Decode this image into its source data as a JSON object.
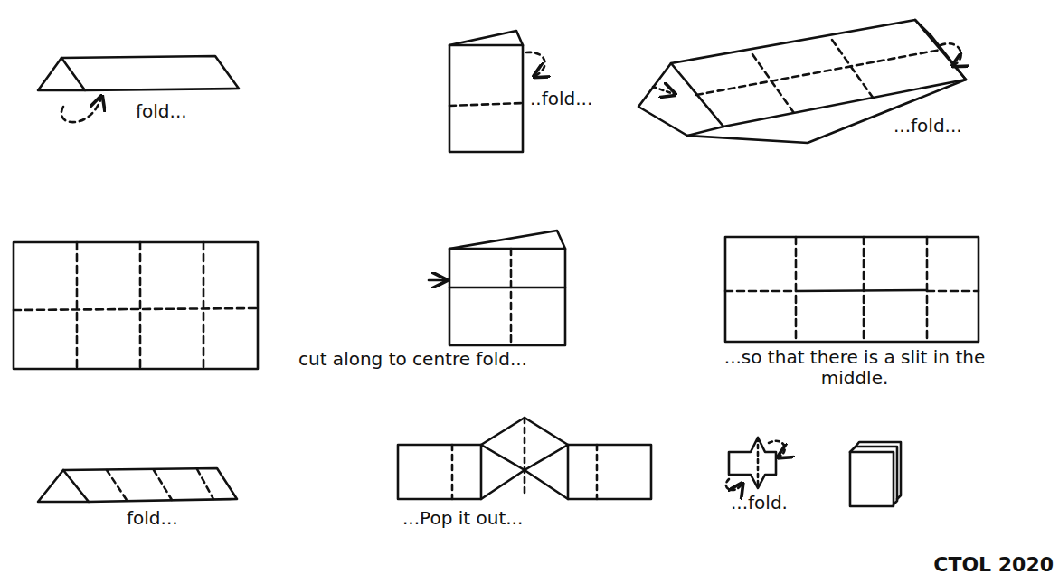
{
  "diagram": {
    "labels": [
      "fold...",
      "..fold...",
      "...fold...",
      "cut along to centre fold...",
      "...so that there is a slit in the middle.",
      "fold...",
      "...Pop it out...",
      "...fold.",
      "CTOL 2020"
    ]
  }
}
